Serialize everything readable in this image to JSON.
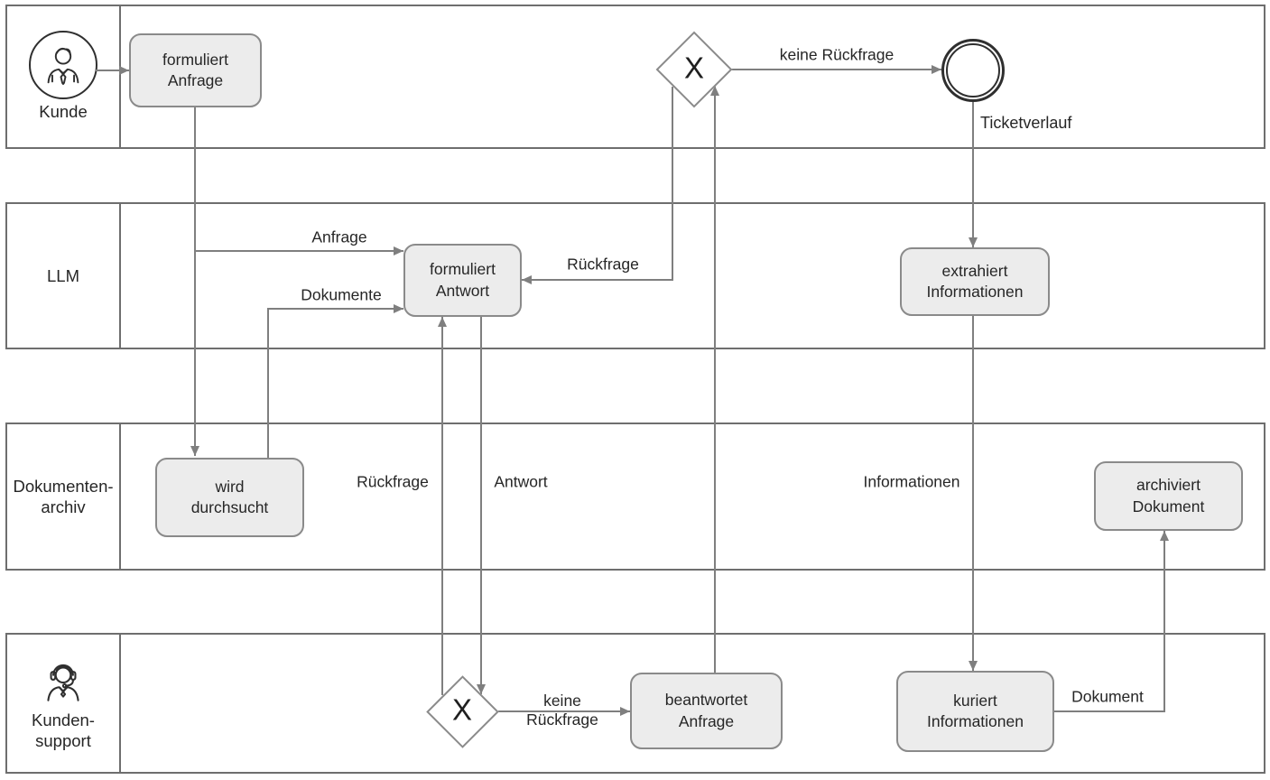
{
  "diagram": {
    "lanes": [
      {
        "id": "kunde",
        "label_lines": "Kunde"
      },
      {
        "id": "llm",
        "label_lines": "LLM"
      },
      {
        "id": "dokumentenarchiv",
        "label_lines": "Dokumenten-\narchiv"
      },
      {
        "id": "kundensupport",
        "label_lines": "Kunden-\nsupport"
      }
    ],
    "tasks": {
      "formuliert_anfrage": "formuliert\nAnfrage",
      "formuliert_antwort": "formuliert\nAntwort",
      "extrahiert_informationen": "extrahiert\nInformationen",
      "wird_durchsucht": "wird\ndurchsucht",
      "archiviert_dokument": "archiviert\nDokument",
      "beantwortet_anfrage": "beantwortet\nAnfrage",
      "kuriert_informationen": "kuriert\nInformationen"
    },
    "gateways": {
      "symbol": "X"
    },
    "events": {
      "end_label": "Ticketverlauf"
    },
    "flow_labels": {
      "anfrage": "Anfrage",
      "dokumente": "Dokumente",
      "rueckfrage_llm": "Rückfrage",
      "keine_rueckfrage_top": "keine Rückfrage",
      "rueckfrage_archiv": "Rückfrage",
      "antwort": "Antwort",
      "informationen": "Informationen",
      "dokument": "Dokument",
      "keine_rueckfrage_bottom": "keine\nRückfrage"
    },
    "colors": {
      "task_fill": "#ececec",
      "task_border": "#8a8a8a",
      "flow_line": "#7f7f7f",
      "lane_border": "#6e6e6e",
      "event_stroke": "#2f2f2f",
      "text": "#262626"
    }
  }
}
